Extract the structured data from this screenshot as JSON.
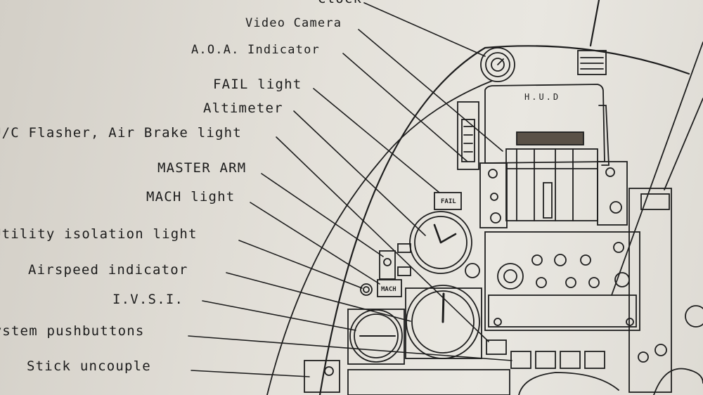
{
  "labels": {
    "clock": "Clock",
    "video_camera": "Video Camera",
    "aoa_indicator": "A.O.A. Indicator",
    "fail_light": "FAIL light",
    "altimeter": "Altimeter",
    "uc_flasher": "U/C Flasher, Air Brake light",
    "master_arm": "MASTER ARM",
    "mach_light": "MACH light",
    "utility_isolation": "Utility isolation light",
    "airspeed_indicator": "Airspeed indicator",
    "ivsi": "I.V.S.I.",
    "system_pushbuttons": "System pushbuttons",
    "stick_uncouple": "Stick uncouple"
  },
  "panel": {
    "hud_title": "H.U.D",
    "fail_label": "FAIL",
    "mach_label": "MACH"
  },
  "colors": {
    "ink": "#1c1c1c",
    "paper": "#e4e1da"
  }
}
